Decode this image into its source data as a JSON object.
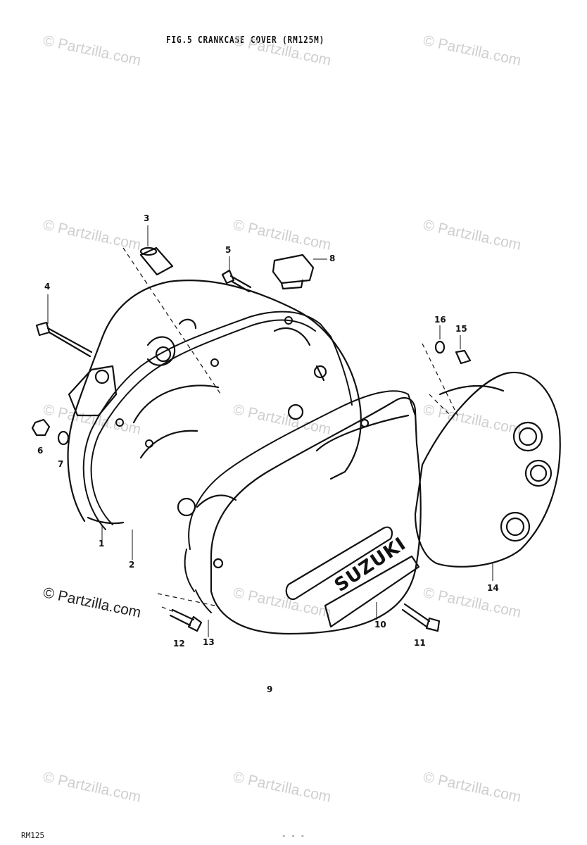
{
  "title": "FIG.5  CRANKCASE COVER (RM125M)",
  "watermark": "© Partzilla.com",
  "brand_label": "SUZUKI",
  "page_number": "9",
  "footer_left": "RM125",
  "footer_center": "- - -",
  "callouts": [
    "1",
    "2",
    "3",
    "4",
    "5",
    "6",
    "7",
    "8",
    "10",
    "11",
    "12",
    "13",
    "14",
    "15",
    "16"
  ]
}
